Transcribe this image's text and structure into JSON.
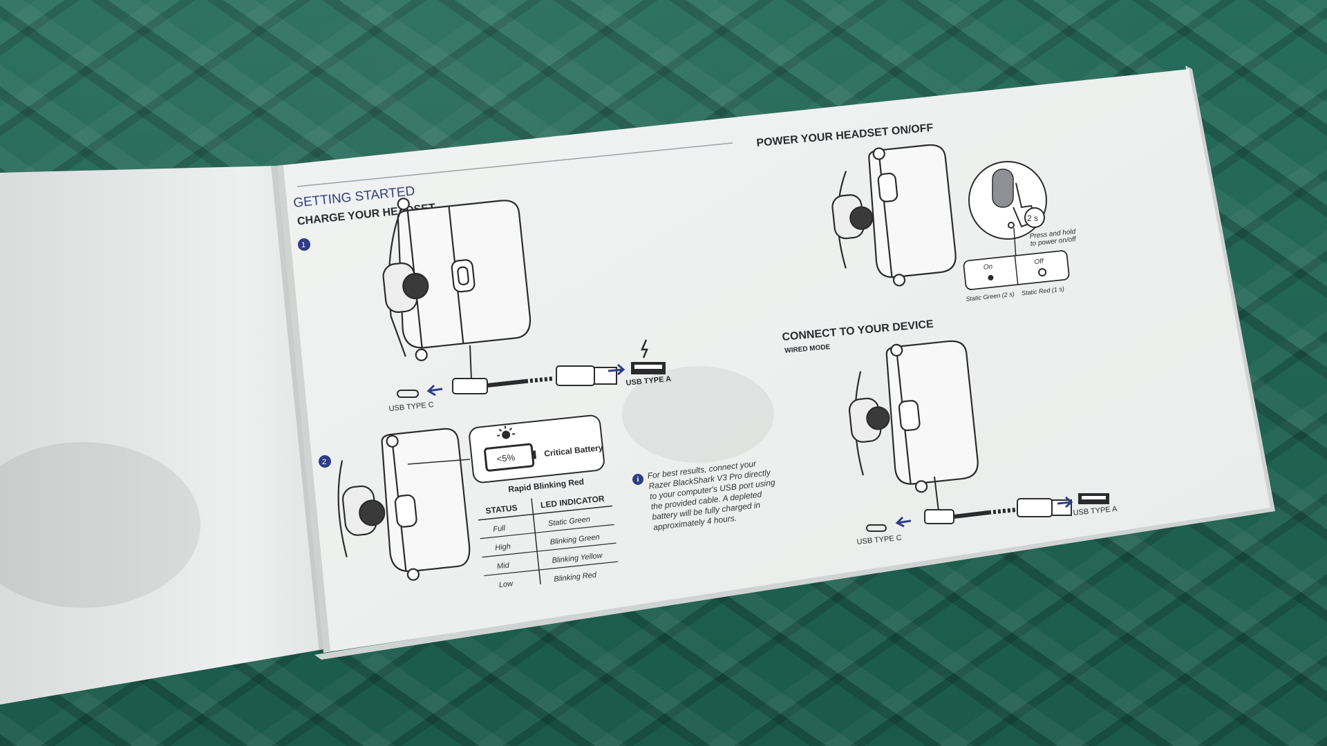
{
  "manual": {
    "section_title": "GETTING STARTED",
    "charge": {
      "heading": "CHARGE YOUR HEADSET",
      "step1": "1",
      "step2": "2",
      "usb_c": "USB TYPE C",
      "usb_a": "USB TYPE A",
      "battery_pct": "<5%",
      "critical": "Critical Battery",
      "blink": "Rapid Blinking Red",
      "table": {
        "headers": [
          "STATUS",
          "LED INDICATOR"
        ],
        "rows": [
          [
            "Full",
            "Static Green"
          ],
          [
            "High",
            "Blinking Green"
          ],
          [
            "Mid",
            "Blinking Yellow"
          ],
          [
            "Low",
            "Blinking Red"
          ]
        ]
      },
      "note": "For best results, connect your Razer BlackShark V3 Pro directly to your computer's USB port using the provided cable. A depleted battery will be fully charged in approximately 4 hours."
    },
    "power": {
      "heading": "POWER YOUR HEADSET ON/OFF",
      "hold_time": "2 s",
      "press_line1": "Press and hold",
      "press_line2": "to power on/off",
      "on": "On",
      "off": "Off",
      "on_status": "Static Green (2 s)",
      "off_status": "Static Red (1 s)"
    },
    "connect": {
      "heading": "CONNECT TO YOUR DEVICE",
      "subheading": "WIRED MODE",
      "usb_c": "USB TYPE C",
      "usb_a": "USB TYPE A"
    }
  },
  "colors": {
    "fabric": "#1f6150",
    "paper": "#f3f5f3",
    "accent": "#35407a"
  }
}
